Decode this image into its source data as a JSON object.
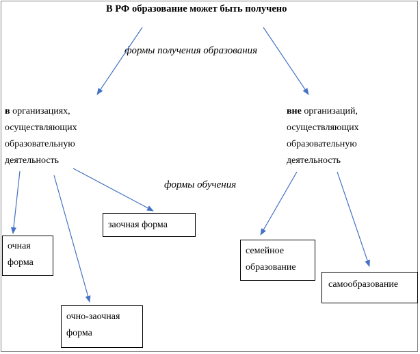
{
  "title": "В РФ образование может быть получено",
  "labels": {
    "forms_of_obtaining": "формы получения образования",
    "forms_of_study": "формы обучения"
  },
  "in_org": {
    "bold": "в",
    "line1_rest": " организациях,",
    "line2": "осуществляющих",
    "line3": "образовательную",
    "line4": "деятельность"
  },
  "outside_org": {
    "bold": "вне",
    "line1_rest": " организаций,",
    "line2": "осуществляющих",
    "line3": "образовательную",
    "line4": "деятельность"
  },
  "boxes": {
    "full_time": {
      "line1": "очная",
      "line2": "форма"
    },
    "part_time_distance": {
      "line1": "заочная форма"
    },
    "full_part_time": {
      "line1": "очно-заочная",
      "line2": "форма"
    },
    "family": {
      "line1": "семейное",
      "line2": "образование"
    },
    "self": {
      "line1": "самообразование"
    }
  },
  "colors": {
    "arrow": "#4472c4",
    "box_border": "#000000",
    "frame": "#7f7f7f"
  }
}
